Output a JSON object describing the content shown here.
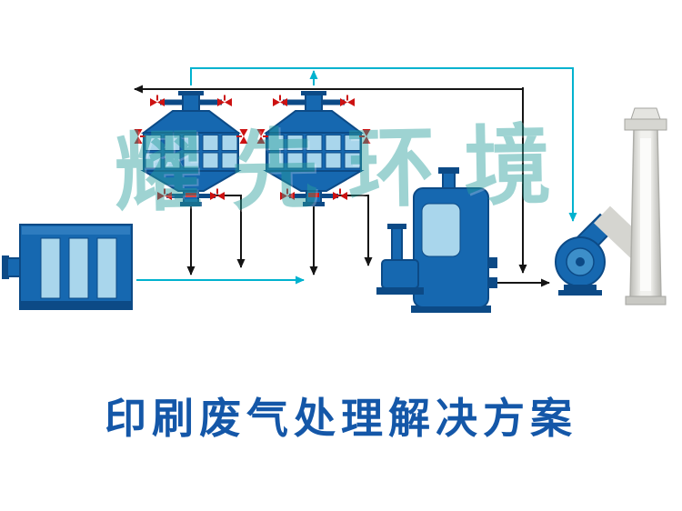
{
  "title": {
    "text": "印刷废气处理解决方案"
  },
  "watermark": {
    "text": "耀先环境"
  },
  "colors": {
    "equipment_blue": "#1668b0",
    "equipment_blue_light": "#3d8fc9",
    "equipment_dark": "#0c4a86",
    "panel_light_blue": "#a9d6ec",
    "accent_red": "#cc1111",
    "line_black": "#141414",
    "line_cyan": "#00b2cf",
    "watermark_teal": "#2aa09c",
    "title_blue": "#1457a8",
    "chimney_light": "#f1f1ee",
    "chimney_mid": "#cfcfca",
    "chimney_dark": "#a9a9a4"
  },
  "equipment": [
    {
      "name": "activated-carbon-filter-box"
    },
    {
      "name": "filter-unit-1"
    },
    {
      "name": "filter-unit-2"
    },
    {
      "name": "treatment-tank"
    },
    {
      "name": "circulation-pump"
    },
    {
      "name": "centrifugal-fan"
    },
    {
      "name": "exhaust-chimney"
    }
  ]
}
